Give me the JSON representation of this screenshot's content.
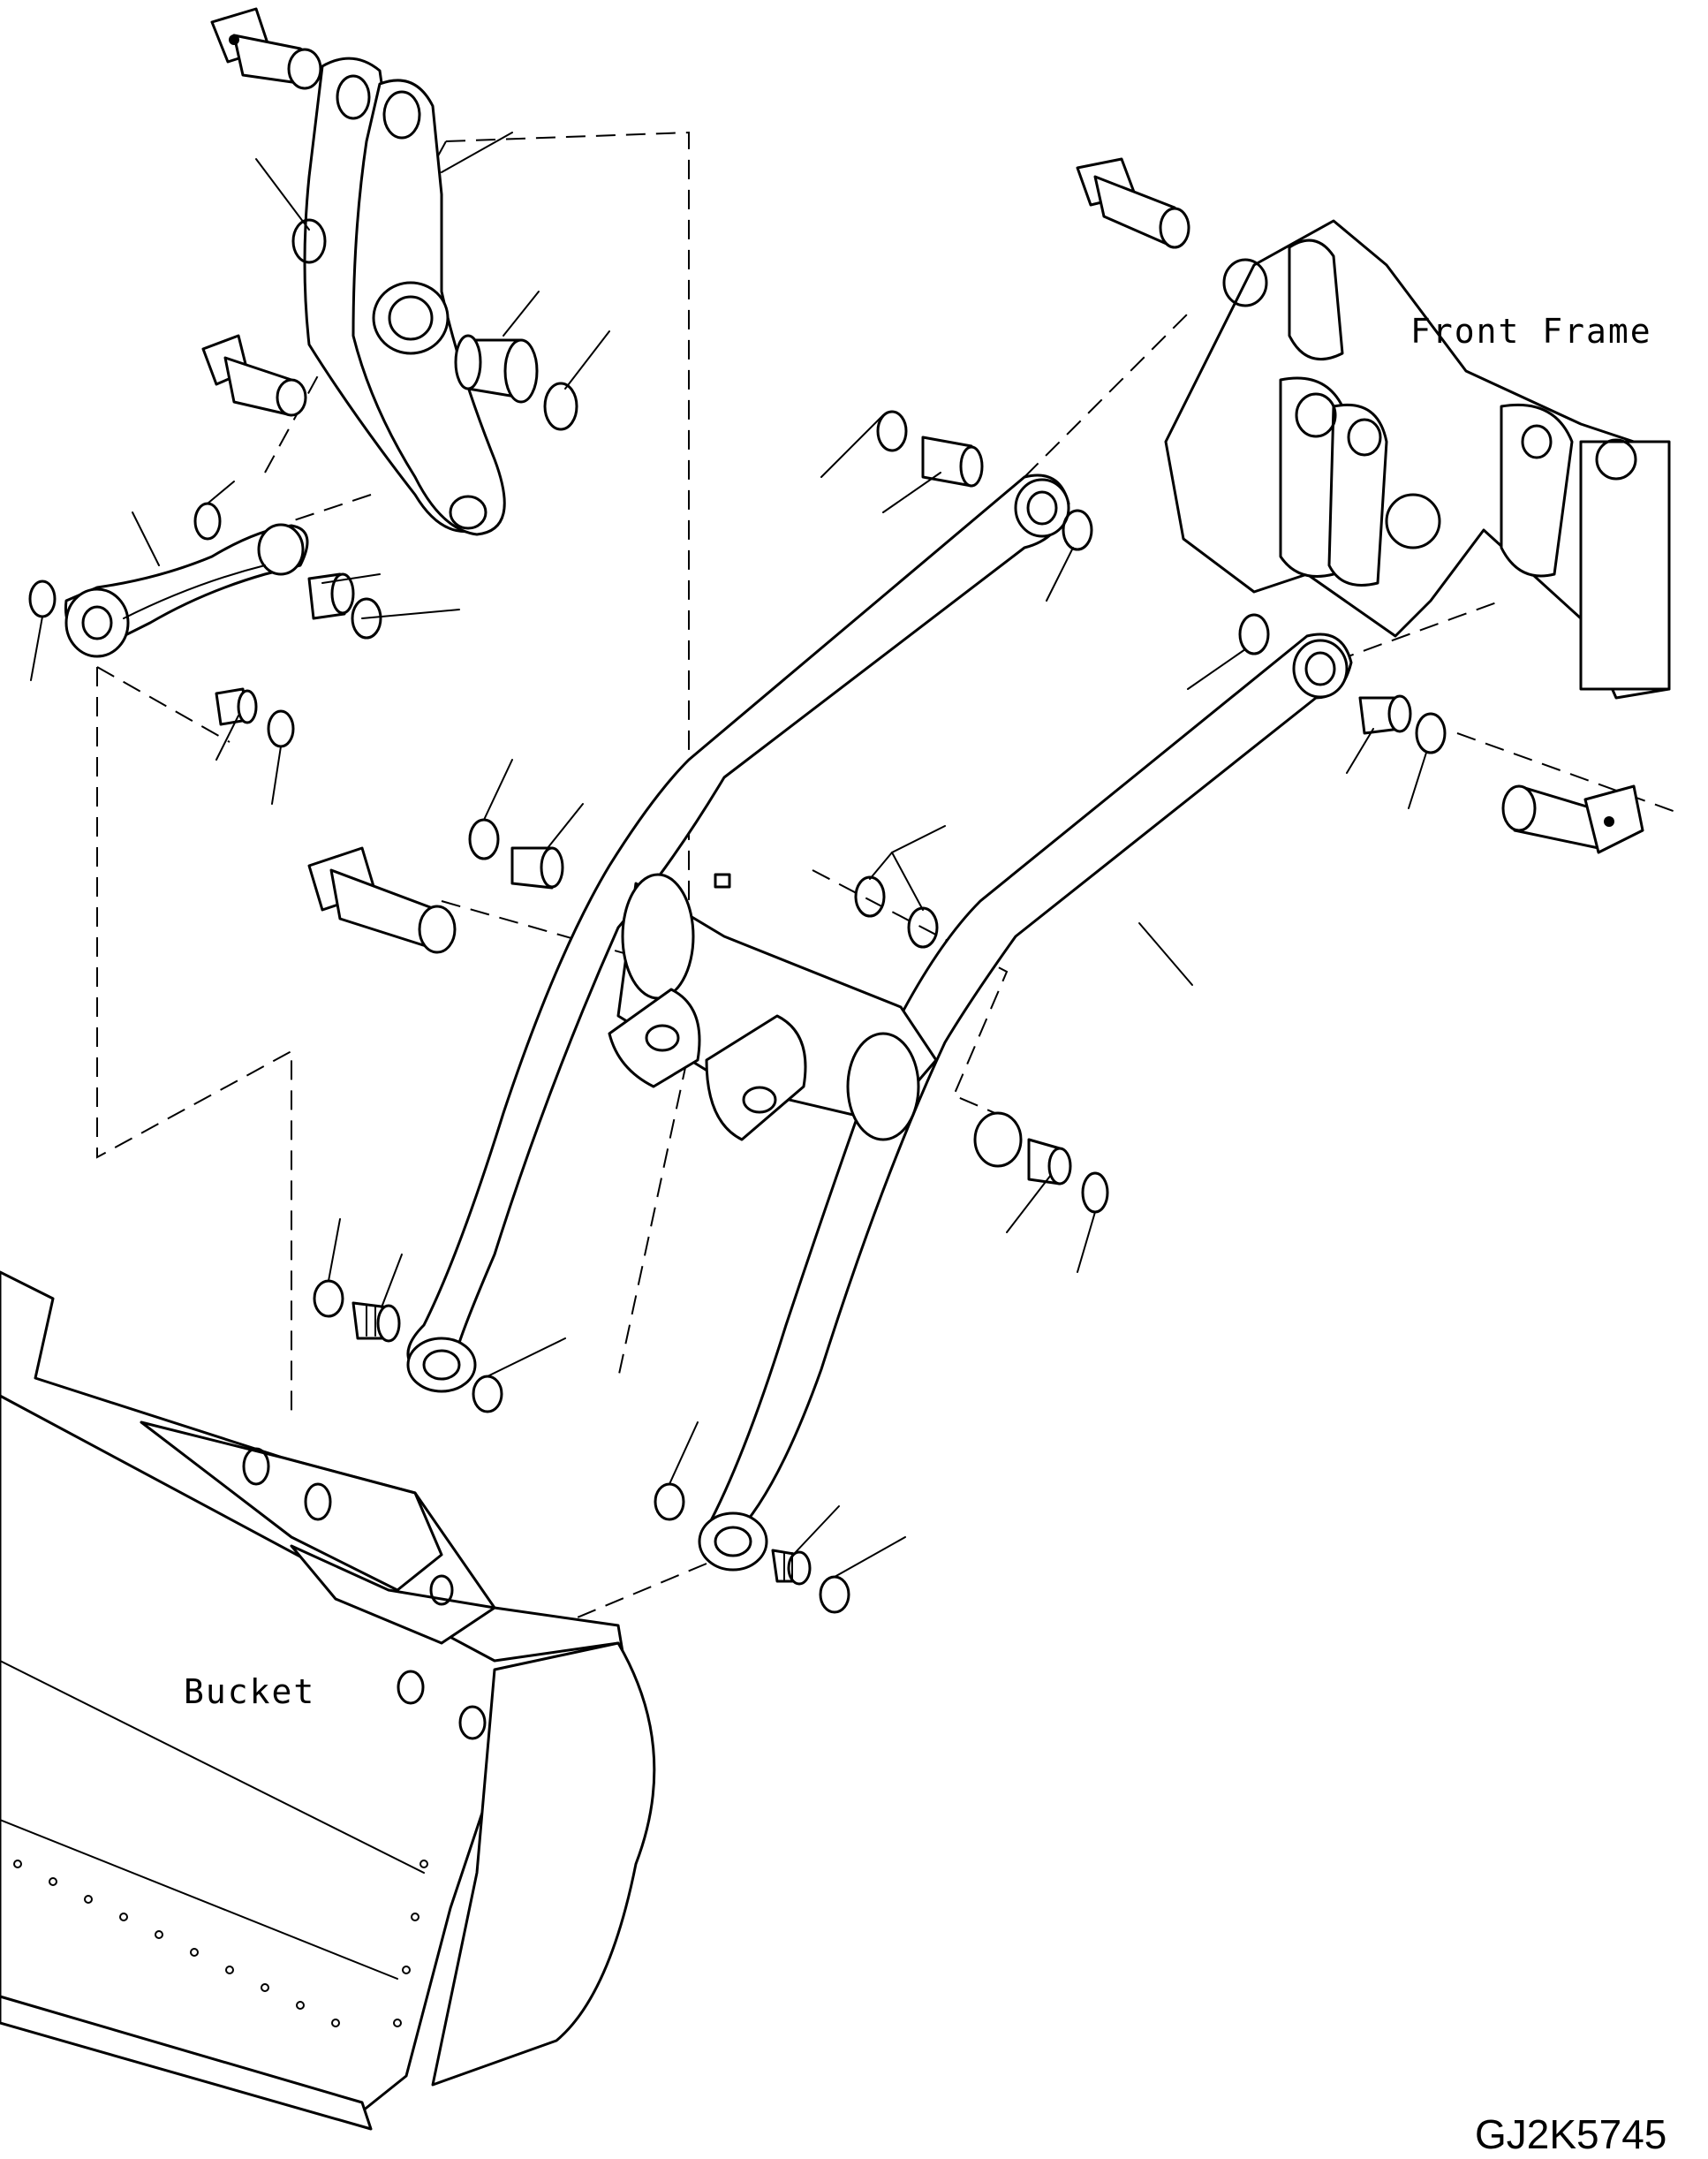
{
  "labels": {
    "front_frame": "Front Frame",
    "bucket": "Bucket",
    "drawing_code": "GJ2K5745"
  },
  "colors": {
    "ink": "#000000",
    "paper": "#ffffff"
  }
}
